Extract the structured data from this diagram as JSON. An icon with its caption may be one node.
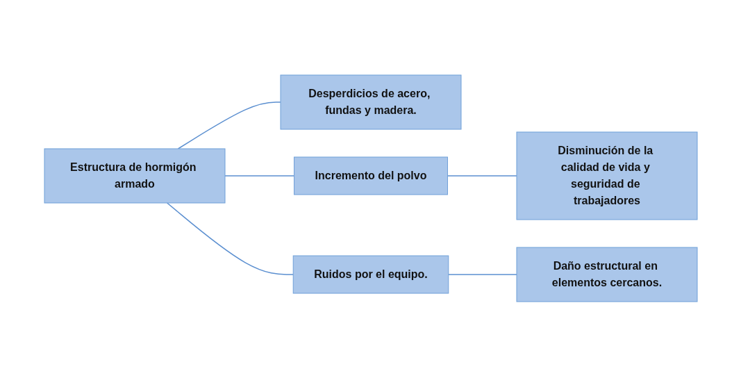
{
  "diagram": {
    "nodes": [
      {
        "text": [
          "Estructura de hormigón armado"
        ]
      },
      {
        "text": [
          "Desperdicios de acero, fundas y madera."
        ]
      },
      {
        "text": [
          "Incremento del polvo"
        ]
      },
      {
        "text": [
          "Disminución de la calidad de vida y seguridad de trabajadores"
        ]
      },
      {
        "text": [
          "Ruidos por el equipo."
        ]
      },
      {
        "text": [
          "Daño estructural en elementos cercanos."
        ]
      }
    ],
    "edges": [
      {
        "from": 0,
        "to": 1,
        "arrow": "none"
      },
      {
        "from": 0,
        "to": 2,
        "arrow": "none"
      },
      {
        "from": 0,
        "to": 4,
        "arrow": "none"
      },
      {
        "from": 2,
        "to": 3,
        "arrow": "none"
      },
      {
        "from": 4,
        "to": 5,
        "arrow": "none"
      }
    ]
  }
}
